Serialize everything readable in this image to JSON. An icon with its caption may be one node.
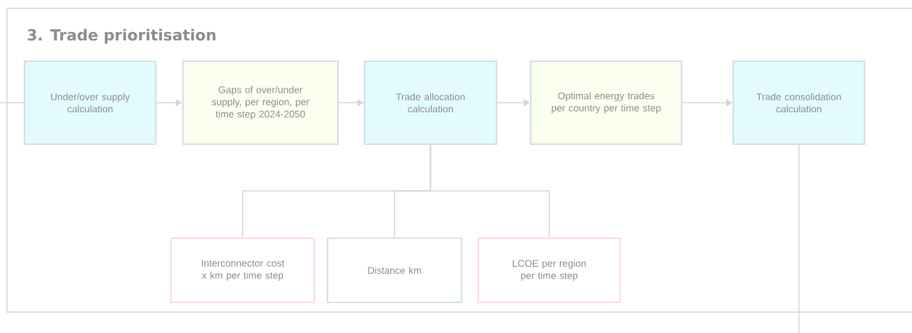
{
  "diagram": {
    "nodes": [
      {
        "text": [
          "3. Trade prioritisation"
        ]
      },
      {
        "text": [
          "Under/over supply calculation"
        ],
        "in": 0
      },
      {
        "text": [
          "Gaps of over/under supply, per region,  per time step 2024-2050"
        ],
        "in": 0
      },
      {
        "text": [
          "Trade allocation calculation"
        ],
        "in": 0
      },
      {
        "text": [
          "Optimal energy trades per country per time step"
        ],
        "in": 0
      },
      {
        "text": [
          "Trade consolidation calculation"
        ],
        "in": 0
      },
      {
        "text": [
          "Interconnector cost x km per time step"
        ],
        "in": 0
      },
      {
        "text": [
          "Distance km"
        ],
        "in": 0
      },
      {
        "text": [
          "LCOE per region per time step"
        ],
        "in": 0
      }
    ],
    "edges": [
      {
        "from": null,
        "to": 1,
        "arrow": "none"
      },
      {
        "from": 1,
        "to": 2,
        "arrow": "to"
      },
      {
        "from": 2,
        "to": 3,
        "arrow": "to"
      },
      {
        "from": 3,
        "to": 4,
        "arrow": "to"
      },
      {
        "from": 4,
        "to": 5,
        "arrow": "to"
      },
      {
        "from": 3,
        "to": 6,
        "arrow": "none"
      },
      {
        "from": 3,
        "to": 7,
        "arrow": "none"
      },
      {
        "from": 3,
        "to": 8,
        "arrow": "none"
      },
      {
        "from": 5,
        "to": null,
        "arrow": "none"
      }
    ]
  }
}
